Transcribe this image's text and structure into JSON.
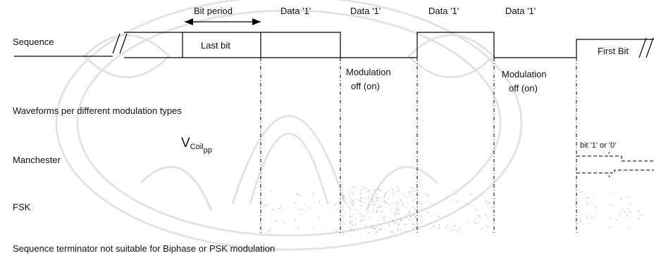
{
  "diagram": {
    "bit_period_label": "Bit period",
    "data_labels": [
      "Data '1'",
      "Data '1'",
      "Data '1'",
      "Data '1'"
    ],
    "sequence_label": "Sequence",
    "last_bit_label": "Last bit",
    "first_bit_label": "First Bit",
    "modulation_off_label": [
      "Modulation",
      "off (on)"
    ],
    "waveforms_label": "Waveforms per different modulation types",
    "vcoil_label": "V",
    "vcoil_subscript": "Coil",
    "vcoil_subscript_mark": "pp",
    "manchester_label": "Manchester",
    "bit_1_or_0_label": "bit '1' or '0'",
    "fsk_label": "FSK",
    "footnote": "Sequence terminator not suitable for Biphase or PSK modulation",
    "colors": {
      "line": "#000000",
      "text": "#111111",
      "watermark": "#e3e3e3",
      "background": "#ffffff"
    }
  }
}
